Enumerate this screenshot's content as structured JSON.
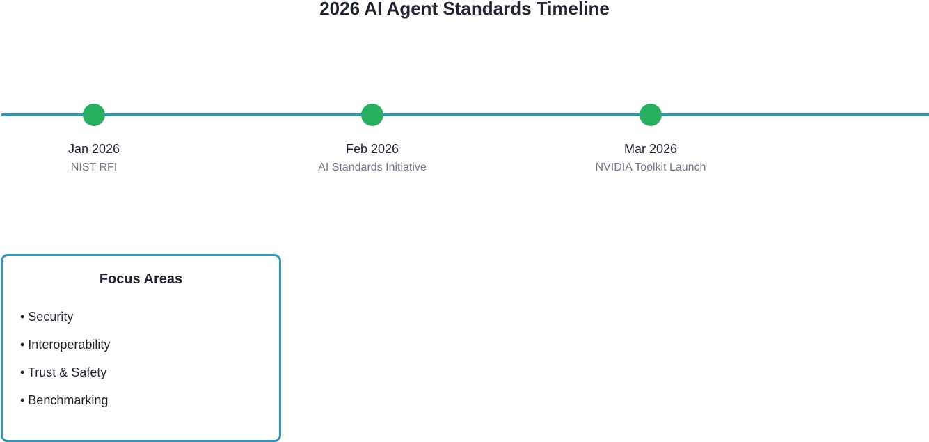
{
  "diagram": {
    "title": "2026 AI Agent Standards Timeline",
    "colors": {
      "line": "#3397b3",
      "milestone_dot": "#27ae60",
      "date_text": "#1f2330",
      "event_text": "#6f7687",
      "box_border": "#3397b3"
    },
    "milestones": [
      {
        "date": "Jan 2026",
        "event": "NIST RFI"
      },
      {
        "date": "Feb 2026",
        "event": "AI Standards Initiative"
      },
      {
        "date": "Mar 2026",
        "event": "NVIDIA Toolkit Launch"
      }
    ],
    "focus_areas": {
      "title": "Focus Areas",
      "items": [
        "• Security",
        "• Interoperability",
        "• Trust & Safety",
        "• Benchmarking"
      ]
    }
  }
}
